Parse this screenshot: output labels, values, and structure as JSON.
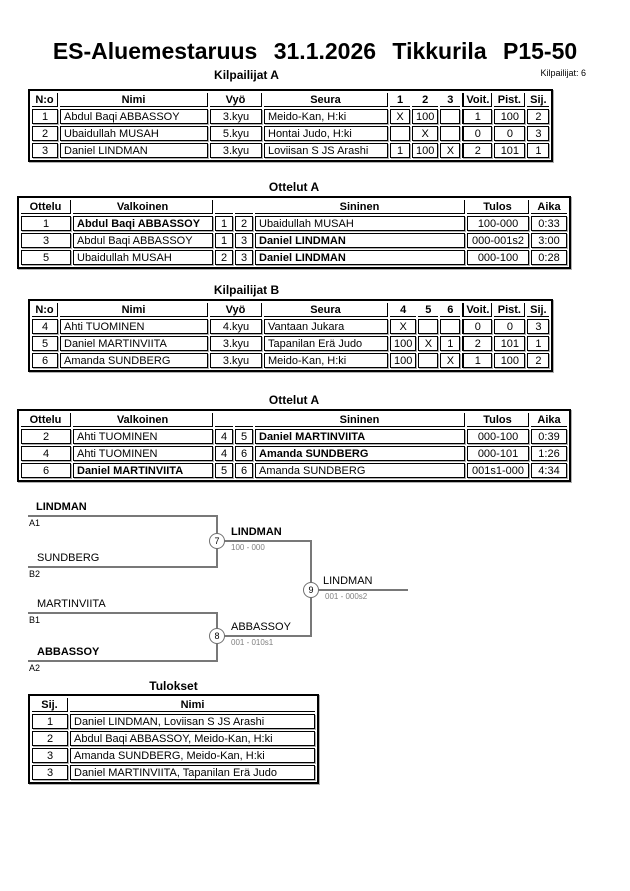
{
  "page": {
    "title": "ES-Aluemestaruus 31.1.2026 Tikkurila P15-50",
    "competitors_label": "Kilpailijat: 6"
  },
  "pool_a": {
    "heading": "Kilpailijat A",
    "headers": [
      "N:o",
      "Nimi",
      "Vyö",
      "Seura",
      "1",
      "2",
      "3",
      "Voit.",
      "Pist.",
      "Sij."
    ],
    "rows": [
      [
        "1",
        "Abdul Baqi ABBASSOY",
        "3.kyu",
        "Meido-Kan, H:ki",
        "X",
        "100",
        "",
        "1",
        "100",
        "2"
      ],
      [
        "2",
        "Ubaidullah MUSAH",
        "5.kyu",
        "Hontai Judo, H:ki",
        "",
        "X",
        "",
        "0",
        "0",
        "3"
      ],
      [
        "3",
        "Daniel LINDMAN",
        "3.kyu",
        "Loviisan S JS Arashi",
        "1",
        "100",
        "X",
        "2",
        "101",
        "1"
      ]
    ]
  },
  "matches_a": {
    "heading": "Ottelut A",
    "headers": [
      "Ottelu",
      "Valkoinen",
      "Sininen",
      "Tulos",
      "Aika"
    ],
    "rows": [
      {
        "match": "1",
        "white": "Abdul Baqi ABBASSOY",
        "white_no": "1",
        "blue_no": "2",
        "blue": "Ubaidullah MUSAH",
        "result": "100-000",
        "time": "0:33",
        "winner": "white"
      },
      {
        "match": "3",
        "white": "Abdul Baqi ABBASSOY",
        "white_no": "1",
        "blue_no": "3",
        "blue": "Daniel LINDMAN",
        "result": "000-001s2",
        "time": "3:00",
        "winner": "blue"
      },
      {
        "match": "5",
        "white": "Ubaidullah MUSAH",
        "white_no": "2",
        "blue_no": "3",
        "blue": "Daniel LINDMAN",
        "result": "000-100",
        "time": "0:28",
        "winner": "blue"
      }
    ]
  },
  "pool_b": {
    "heading": "Kilpailijat B",
    "headers": [
      "N:o",
      "Nimi",
      "Vyö",
      "Seura",
      "4",
      "5",
      "6",
      "Voit.",
      "Pist.",
      "Sij."
    ],
    "rows": [
      [
        "4",
        "Ahti TUOMINEN",
        "4.kyu",
        "Vantaan Jukara",
        "X",
        "",
        "",
        "0",
        "0",
        "3"
      ],
      [
        "5",
        "Daniel MARTINVIITA",
        "3.kyu",
        "Tapanilan Erä Judo",
        "100",
        "X",
        "1",
        "2",
        "101",
        "1"
      ],
      [
        "6",
        "Amanda SUNDBERG",
        "3.kyu",
        "Meido-Kan, H:ki",
        "100",
        "",
        "X",
        "1",
        "100",
        "2"
      ]
    ]
  },
  "matches_b": {
    "heading": "Ottelut A",
    "headers": [
      "Ottelu",
      "Valkoinen",
      "Sininen",
      "Tulos",
      "Aika"
    ],
    "rows": [
      {
        "match": "2",
        "white": "Ahti TUOMINEN",
        "white_no": "4",
        "blue_no": "5",
        "blue": "Daniel MARTINVIITA",
        "result": "000-100",
        "time": "0:39",
        "winner": "blue"
      },
      {
        "match": "4",
        "white": "Ahti TUOMINEN",
        "white_no": "4",
        "blue_no": "6",
        "blue": "Amanda SUNDBERG",
        "result": "000-101",
        "time": "1:26",
        "winner": "blue"
      },
      {
        "match": "6",
        "white": "Daniel MARTINVIITA",
        "white_no": "5",
        "blue_no": "6",
        "blue": "Amanda SUNDBERG",
        "result": "001s1-000",
        "time": "4:34",
        "winner": "white"
      }
    ]
  },
  "bracket": {
    "slots": [
      {
        "tag": "A1",
        "name": "LINDMAN",
        "bold": true
      },
      {
        "tag": "B2",
        "name": "SUNDBERG",
        "bold": false
      },
      {
        "tag": "B1",
        "name": "MARTINVIITA",
        "bold": false
      },
      {
        "tag": "A2",
        "name": "ABBASSOY",
        "bold": true
      }
    ],
    "matches": [
      {
        "no": "7",
        "winner": "LINDMAN",
        "score": "100 - 000",
        "bold": true
      },
      {
        "no": "8",
        "winner": "ABBASSOY",
        "score": "001 - 010s1",
        "bold": false
      },
      {
        "no": "9",
        "winner": "LINDMAN",
        "score": "001 - 000s2",
        "bold": false
      }
    ]
  },
  "results": {
    "heading": "Tulokset",
    "headers": [
      "Sij.",
      "Nimi"
    ],
    "rows": [
      [
        "1",
        "Daniel LINDMAN, Loviisan S JS Arashi"
      ],
      [
        "2",
        "Abdul Baqi ABBASSOY, Meido-Kan, H:ki"
      ],
      [
        "3",
        "Amanda SUNDBERG, Meido-Kan, H:ki"
      ],
      [
        "3",
        "Daniel MARTINVIITA, Tapanilan Erä Judo"
      ]
    ]
  }
}
